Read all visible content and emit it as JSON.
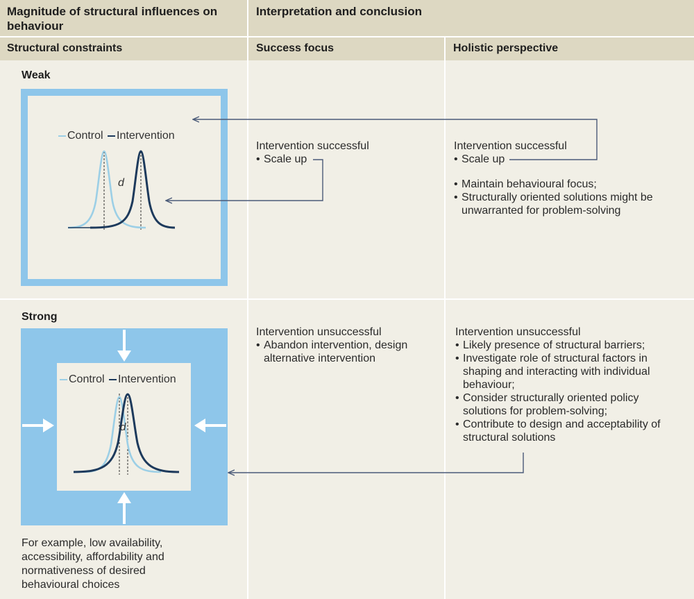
{
  "header": {
    "col1_title": "Magnitude of structural influences on behaviour",
    "col2_title": "Interpretation and conclusion"
  },
  "subheader": {
    "col1": "Structural constraints",
    "col2": "Success focus",
    "col3": "Holistic perspective"
  },
  "weak_row": {
    "label": "Weak",
    "legend_control": "Control",
    "legend_intervention": "Intervention",
    "effect_label": "d",
    "success_focus": {
      "heading": "Intervention successful",
      "bullets": [
        "Scale up"
      ]
    },
    "holistic": {
      "heading": "Intervention successful",
      "bullets": [
        "Scale up"
      ],
      "bullets2": [
        "Maintain behavioural focus;",
        "Structurally oriented solutions might be unwarranted for problem-solving"
      ]
    }
  },
  "strong_row": {
    "label": "Strong",
    "legend_control": "Control",
    "legend_intervention": "Intervention",
    "effect_label": "d",
    "example_text": "For example, low availability, accessibility, affordability and normativeness of desired behavioural choices",
    "success_focus": {
      "heading": "Intervention unsuccessful",
      "bullets": [
        "Abandon intervention, design alternative intervention"
      ]
    },
    "holistic": {
      "heading": "Intervention unsuccessful",
      "bullets": [
        "Likely presence of structural barriers;",
        "Investigate role of structural factors in shaping and interacting with individual behaviour;",
        "Consider structurally oriented policy solutions for problem-solving;",
        "Contribute to design and acceptability of structural solutions"
      ]
    }
  },
  "colors": {
    "background": "#f1efe6",
    "header": "#ddd8c2",
    "constraint_blue": "#8ec6ea",
    "control_curve": "#9ccfe6",
    "intervention_curve": "#1d3a5c",
    "arrow": "#4a5a78"
  }
}
